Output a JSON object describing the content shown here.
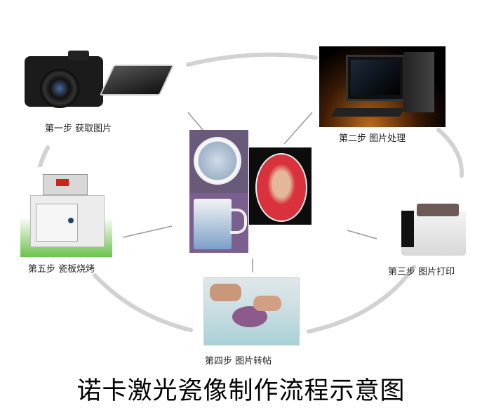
{
  "title": "诺卡激光瓷像制作流程示意图",
  "steps": [
    {
      "label": "第一步  获取图片",
      "icon": "camera-scanner"
    },
    {
      "label": "第二步  图片处理",
      "icon": "computer"
    },
    {
      "label": "第三步  图片打印",
      "icon": "printer"
    },
    {
      "label": "第四步  图片转帖",
      "icon": "transfer-photo"
    },
    {
      "label": "第五步  瓷板烧烤",
      "icon": "kiln-oven"
    }
  ],
  "colors": {
    "arc": "#cfcfcf",
    "oven_green": "#6cc24a",
    "portrait_red": "#d9323d"
  }
}
